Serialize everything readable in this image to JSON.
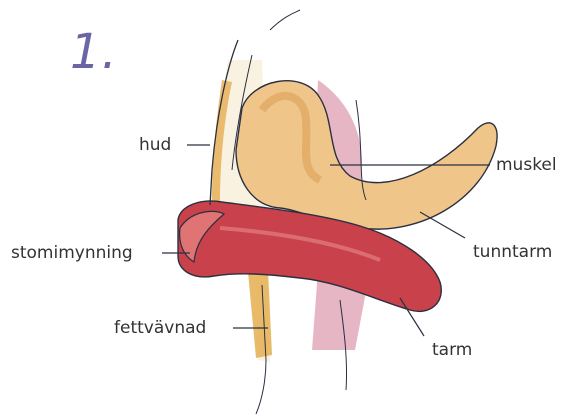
{
  "figure_number": "1.",
  "labels": {
    "hud": "hud",
    "stomimynning": "stomimynning",
    "fettvavnad": "fettvävnad",
    "muskel": "muskel",
    "tunntarm": "tunntarm",
    "tarm": "tarm"
  },
  "colors": {
    "number": "#6a66a6",
    "skin_fat": "#e6b25a",
    "muscle": "#c95e7e",
    "small_intestine": "#f0c58a",
    "intestine": "#c9414a",
    "outline": "#2b3040"
  }
}
